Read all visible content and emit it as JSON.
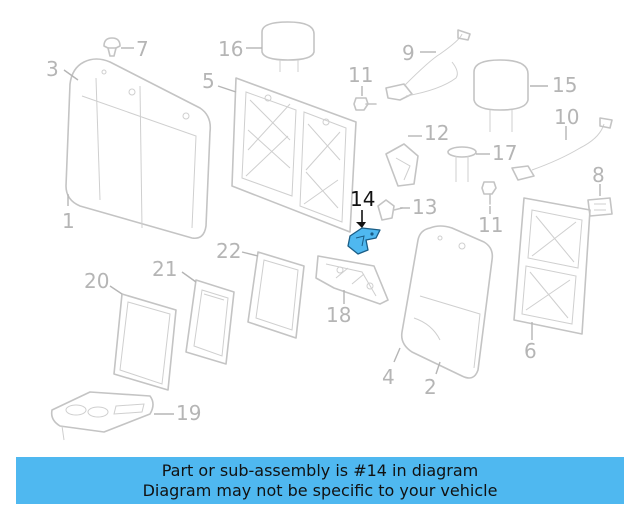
{
  "callouts": {
    "c1": "1",
    "c2": "2",
    "c3": "3",
    "c4": "4",
    "c5": "5",
    "c6": "6",
    "c7": "7",
    "c8": "8",
    "c9": "9",
    "c10": "10",
    "c11a": "11",
    "c11b": "11",
    "c12": "12",
    "c13": "13",
    "c14": "14",
    "c15": "15",
    "c16": "16",
    "c17": "17",
    "c18": "18",
    "c19": "19",
    "c20": "20",
    "c21": "21",
    "c22": "22"
  },
  "highlight": {
    "part": "14",
    "color": "#4fb8f0"
  },
  "banner": {
    "line1": "Part or sub-assembly is #14 in diagram",
    "line2": "Diagram may not be specific to your vehicle",
    "color": "#4fb8f0"
  }
}
